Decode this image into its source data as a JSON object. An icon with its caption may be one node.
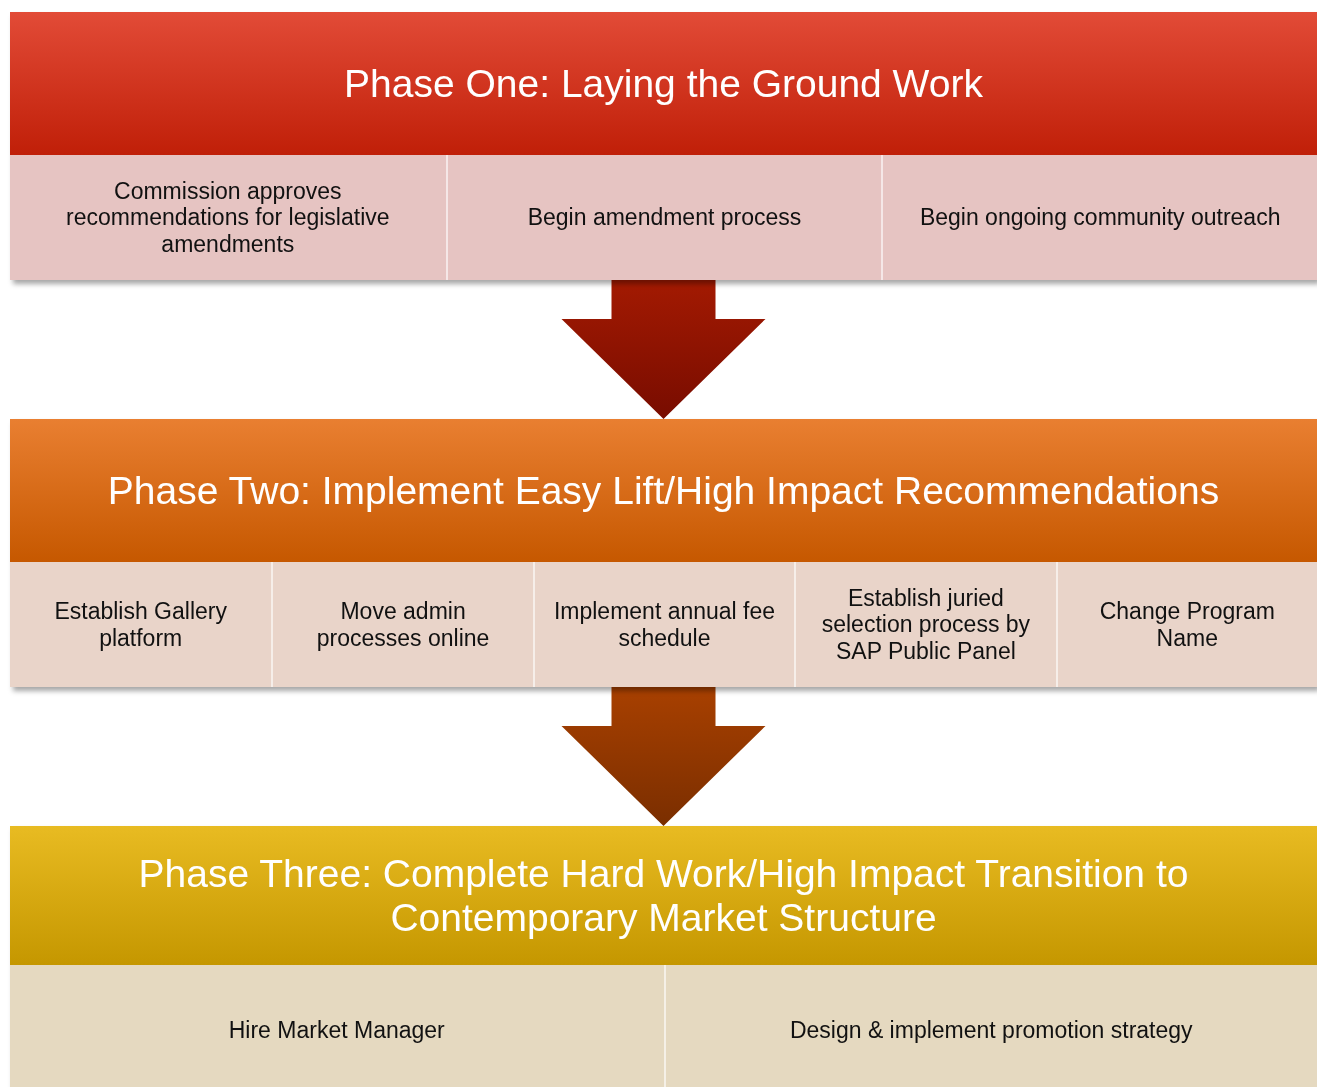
{
  "diagram": {
    "nodes": [
      {
        "text": [
          "Phase One: Laying the Ground Work"
        ]
      },
      {
        "text": [
          "Commission approves recommendations for legislative amendments"
        ],
        "in": 0
      },
      {
        "text": [
          "Begin amendment process"
        ],
        "in": 0
      },
      {
        "text": [
          "Begin ongoing community outreach"
        ],
        "in": 0
      },
      {
        "text": [
          "Phase Two: Implement Easy Lift/High Impact Recommendations"
        ]
      },
      {
        "text": [
          "Establish Gallery platform"
        ],
        "in": 4
      },
      {
        "text": [
          "Move admin processes online"
        ],
        "in": 4
      },
      {
        "text": [
          "Implement annual fee schedule"
        ],
        "in": 4
      },
      {
        "text": [
          "Establish juried selection process by SAP Public Panel"
        ],
        "in": 4
      },
      {
        "text": [
          "Change Program Name"
        ],
        "in": 4
      },
      {
        "text": [
          "Phase Three: Complete Hard Work/High Impact Transition to Contemporary Market Structure"
        ]
      },
      {
        "text": [
          "Hire Market Manager"
        ],
        "in": 10
      },
      {
        "text": [
          "Design & implement promotion strategy"
        ],
        "in": 10
      }
    ],
    "edges": [
      {
        "from": 0,
        "to": 4,
        "arrow": "to"
      },
      {
        "from": 4,
        "to": 10,
        "arrow": "to"
      }
    ]
  }
}
